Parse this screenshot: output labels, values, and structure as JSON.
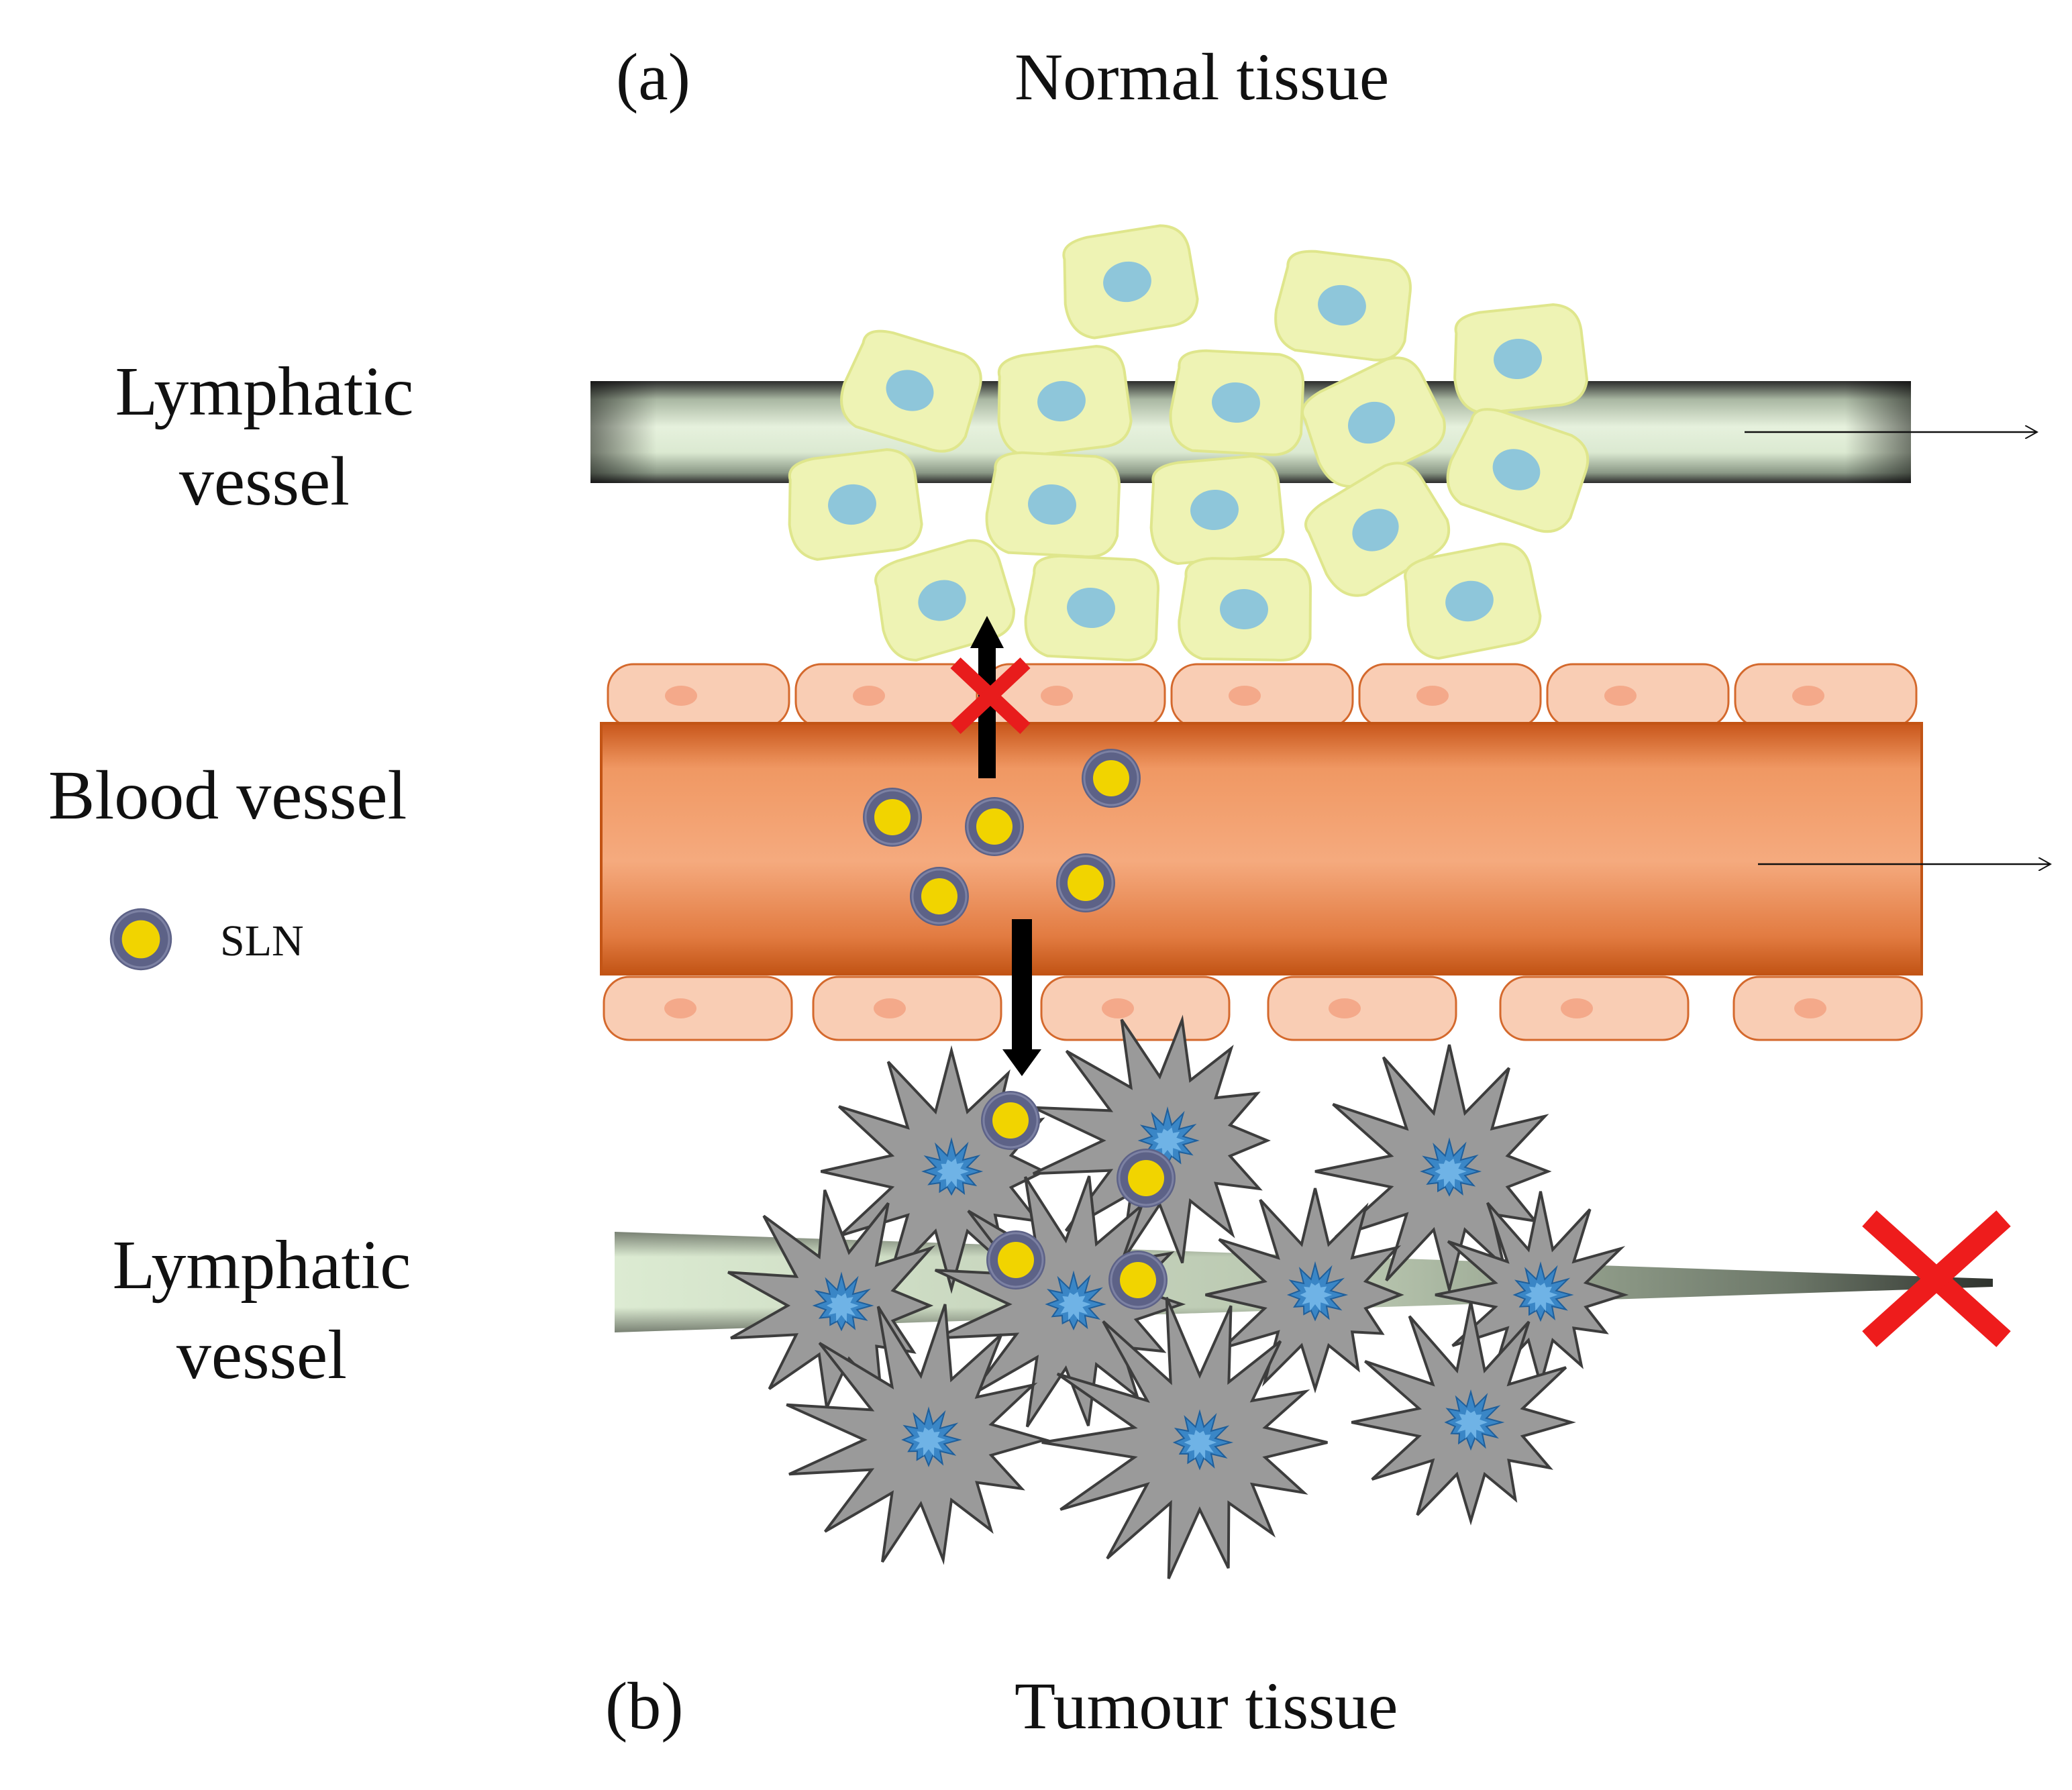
{
  "panel_a": {
    "letter": "(a)",
    "title": "Normal tissue"
  },
  "panel_b": {
    "letter": "(b)",
    "title": "Tumour tissue"
  },
  "labels": {
    "lymphatic_top_line1": "Lymphatic",
    "lymphatic_top_line2": "vessel",
    "blood_vessel": "Blood vessel",
    "lymphatic_bottom_line1": "Lymphatic",
    "lymphatic_bottom_line2": "vessel"
  },
  "legend": {
    "sln_label": "SLN"
  },
  "icons": {
    "flow_arrows": "arrow-right-icon",
    "blocked_marks": "red-x-icon",
    "transport_arrows": "black-arrow-icon",
    "nanoparticle": "sln-particle-icon"
  },
  "colors": {
    "normal_cell_fill": "#eef3b4",
    "normal_cell_nucleus": "#8ec6da",
    "lymph_vessel_fill": "#d9ead0",
    "blood_vessel_fill": "#f3a06e",
    "endothelial_fill": "#f9cdb4",
    "tumour_cell_fill": "#9a9a9a",
    "tumour_nucleus": "#3a86c6",
    "sln_core": "#f1d400",
    "sln_shell": "#5d6287",
    "block_mark": "#e81c1c"
  }
}
